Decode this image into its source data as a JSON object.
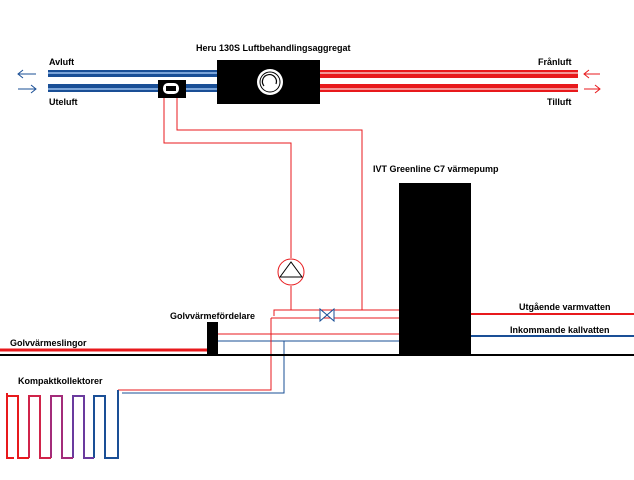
{
  "title": "Heru 130S Luftbehandlingsaggregat",
  "air": {
    "avluft": "Avluft",
    "uteluft": "Uteluft",
    "franluft": "Frånluft",
    "tilluft": "Tilluft"
  },
  "heat_pump": "IVT Greenline C7 värmepump",
  "distributor": "Golvvärmefördelare",
  "floor_loops": "Golvvärmeslingor",
  "collectors": "Kompaktkollektorer",
  "hot_water_out": "Utgående varmvatten",
  "cold_water_in": "Inkommande kallvatten",
  "colors": {
    "hot": "#e8191c",
    "cold": "#1a4f96",
    "light_blue": "#7ba4d8",
    "pink": "#f39595",
    "purple": "#7c2f94",
    "black": "#000000"
  },
  "icons": [
    "fan-icon",
    "damper-icon",
    "pump-icon",
    "valve-icon",
    "arrow-left-icon",
    "arrow-right-icon"
  ]
}
